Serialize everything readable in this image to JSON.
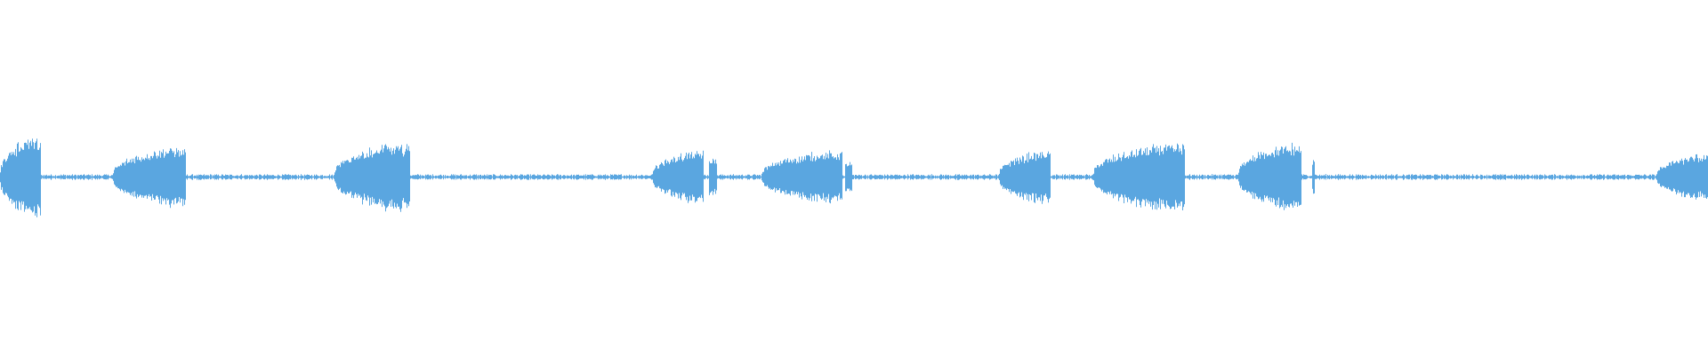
{
  "waveform": {
    "color": "#5aa6e0",
    "background": "#ffffff",
    "segments": [
      {
        "start": 0.0,
        "end": 0.024,
        "peak": 0.11,
        "profile": "rise"
      },
      {
        "start": 0.066,
        "end": 0.109,
        "peak": 0.08,
        "profile": "rise"
      },
      {
        "start": 0.196,
        "end": 0.24,
        "peak": 0.09,
        "profile": "rise"
      },
      {
        "start": 0.382,
        "end": 0.412,
        "peak": 0.07,
        "profile": "rise"
      },
      {
        "start": 0.415,
        "end": 0.42,
        "peak": 0.05,
        "profile": "blip"
      },
      {
        "start": 0.446,
        "end": 0.493,
        "peak": 0.07,
        "profile": "rise"
      },
      {
        "start": 0.495,
        "end": 0.499,
        "peak": 0.04,
        "profile": "blip"
      },
      {
        "start": 0.585,
        "end": 0.615,
        "peak": 0.07,
        "profile": "rise"
      },
      {
        "start": 0.64,
        "end": 0.694,
        "peak": 0.09,
        "profile": "rise"
      },
      {
        "start": 0.725,
        "end": 0.762,
        "peak": 0.09,
        "profile": "rise"
      },
      {
        "start": 0.768,
        "end": 0.77,
        "peak": 0.05,
        "profile": "blip"
      },
      {
        "start": 0.97,
        "end": 1.0,
        "peak": 0.06,
        "profile": "rise"
      }
    ],
    "noise_floor": 0.006
  }
}
